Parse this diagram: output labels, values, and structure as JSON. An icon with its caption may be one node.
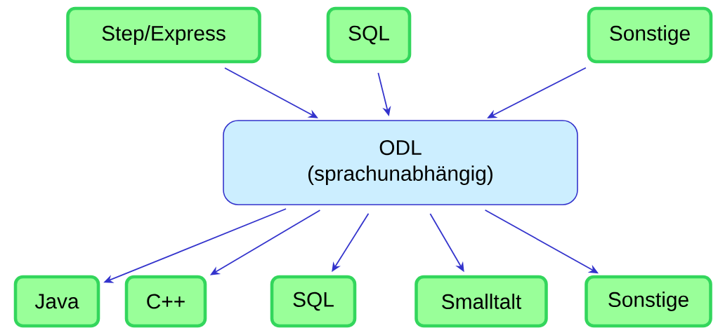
{
  "diagram": {
    "nodes": [
      {
        "text": [
          "Step/Express"
        ]
      },
      {
        "text": [
          "SQL"
        ]
      },
      {
        "text": [
          "Sonstige"
        ]
      },
      {
        "text": [
          "ODL",
          "(sprachunabhängig)"
        ]
      },
      {
        "text": [
          "Java"
        ]
      },
      {
        "text": [
          "C++"
        ]
      },
      {
        "text": [
          "SQL"
        ]
      },
      {
        "text": [
          "Smalltalt"
        ]
      },
      {
        "text": [
          "Sonstige"
        ]
      }
    ],
    "edges": [
      {
        "from": 0,
        "to": 3,
        "arrow": "to"
      },
      {
        "from": 1,
        "to": 3,
        "arrow": "to"
      },
      {
        "from": 2,
        "to": 3,
        "arrow": "to"
      },
      {
        "from": 3,
        "to": 4,
        "arrow": "to"
      },
      {
        "from": 3,
        "to": 5,
        "arrow": "to"
      },
      {
        "from": 3,
        "to": 6,
        "arrow": "to"
      },
      {
        "from": 3,
        "to": 7,
        "arrow": "to"
      },
      {
        "from": 3,
        "to": 8,
        "arrow": "to"
      }
    ]
  }
}
